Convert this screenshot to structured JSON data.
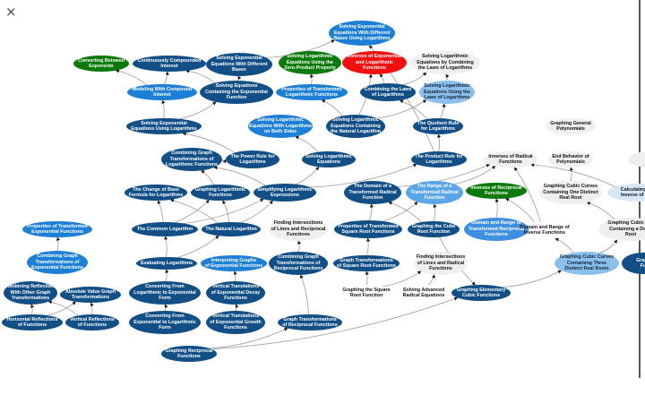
{
  "window": {
    "close_label": "×"
  },
  "nodes": [
    {
      "label": "Solving Exponential\nEquations With Different\nBases Using Logarithms",
      "color": "med"
    },
    {
      "label": "Converting Between\nExponents",
      "color": "green"
    },
    {
      "label": "Continuously Compounded\nInterest",
      "color": "dark"
    },
    {
      "label": "Solving Exponential\nEquations With Different\nBases",
      "color": "dark"
    },
    {
      "label": "Solving Logarithmic\nEquations Using the\nZero-Product Property",
      "color": "green"
    },
    {
      "label": "Inverses of Exponential\nand Logarithmic\nFunctions",
      "color": "red"
    },
    {
      "label": "Solving Logarithmic\nEquations by Combining\nthe Laws of Logarithms",
      "color": "gray"
    },
    {
      "label": "Modeling With Compound\nInterest",
      "color": "med"
    },
    {
      "label": "Solving Equations\nContaining the Exponential\nFunction",
      "color": "dark"
    },
    {
      "label": "Properties of Transformed\nLogarithmic Functions",
      "color": "med"
    },
    {
      "label": "Combining the Laws\nof Logarithms",
      "color": "dark"
    },
    {
      "label": "Solving Logarithmic\nEquations Using the\nLaws of Logarithms",
      "color": "light"
    },
    {
      "label": "Solving Logarithmic\nEquations With Logarithms\non Both Sides",
      "color": "med"
    },
    {
      "label": "Solving Logarithmic\nEquations Containing\nthe Natural Logarithm",
      "color": "dark"
    },
    {
      "label": "Solving Exponential\nEquations Using Logarithms",
      "color": "dark"
    },
    {
      "label": "The Quotient Rule\nfor Logarithms",
      "color": "dark"
    },
    {
      "label": "Graphing General\nPolynomials",
      "color": "gray"
    },
    {
      "label": "Combining Graph\nTransformations of\nLogarithmic Functions",
      "color": "dark"
    },
    {
      "label": "The Power Rule for\nLogarithms",
      "color": "dark"
    },
    {
      "label": "Solving Logarithmic\nEquations",
      "color": "dark"
    },
    {
      "label": "The Product Rule for\nLogarithms",
      "color": "dark"
    },
    {
      "label": "Inverses of Radical\nFunctions",
      "color": "gray"
    },
    {
      "label": "End Behavior of\nPolynomials",
      "color": "gray"
    },
    {
      "label": "Inv",
      "color": "gray"
    },
    {
      "label": "The Change of Base\nFormula for Logarithms",
      "color": "dark"
    },
    {
      "label": "Graphing Logarithmic\nFunctions",
      "color": "dark"
    },
    {
      "label": "Simplifying Logarithmic\nExpressions",
      "color": "dark"
    },
    {
      "label": "The Domain of a\nTransformed Radical\nFunction",
      "color": "dark"
    },
    {
      "label": "The Range of a\nTransformed Radical\nFunction",
      "color": "lmed"
    },
    {
      "label": "Inverses of Reciprocal\nFunctions",
      "color": "green"
    },
    {
      "label": "Graphing Cubic Curves\nContaining One Distinct\nReal Root",
      "color": "gray"
    },
    {
      "label": "Calculating the\nInverse of a Fu",
      "color": "vlight"
    },
    {
      "label": "The Common Logarithm",
      "color": "dark"
    },
    {
      "label": "The Natural Logarithm",
      "color": "dark"
    },
    {
      "label": "Finding Intersections\nof Lines and Reciprocal\nFunctions",
      "color": "gray"
    },
    {
      "label": "Properties of Transformed\nSquare Root Functions",
      "color": "dark"
    },
    {
      "label": "Graphing the Cube\nRoot Function",
      "color": "dark"
    },
    {
      "label": "Domain and Range of\nTransformed Reciprocal\nFunctions",
      "color": "mid"
    },
    {
      "label": "Domain and Range of\nInverse Functions",
      "color": "none"
    },
    {
      "label": "Graphing Cubic Cur\nContaining a Doub\nRoot",
      "color": "gray"
    },
    {
      "label": "Properties of Transformed\nExponential Functions",
      "color": "med"
    },
    {
      "label": "Combining Graph\nTransformations of\nExponential Functions",
      "color": "med"
    },
    {
      "label": "Evaluating Logarithms",
      "color": "dark"
    },
    {
      "label": "Interpreting Graphs\nof Exponential Functions",
      "color": "med"
    },
    {
      "label": "Combining Graph\nTransformations of\nReciprocal Functions",
      "color": "dark"
    },
    {
      "label": "Graph Transformations\nof Square Root Functions",
      "color": "dark"
    },
    {
      "label": "Finding Intersections\nof Lines and Radical\nFunctions",
      "color": "gray"
    },
    {
      "label": "Graphing Cubic Curves\nContaining Three\nDistinct Real Roots",
      "color": "light"
    },
    {
      "label": "Graph\nFu",
      "color": "dark"
    },
    {
      "label": "Combining Reflections\nWith Other Graph\nTransformations",
      "color": "dark"
    },
    {
      "label": "Absolute Value Graph\nTransformations",
      "color": "dark"
    },
    {
      "label": "Converting From\nLogarithmic to Exponential\nForm",
      "color": "dark"
    },
    {
      "label": "Vertical Translations\nof Exponential Decay\nFunctions",
      "color": "dark"
    },
    {
      "label": "Graphing the Square\nRoot Function",
      "color": "none"
    },
    {
      "label": "Solving Advanced\nRadical Equations",
      "color": "none"
    },
    {
      "label": "Graphing Elementary\nCubic Functions",
      "color": "dark"
    },
    {
      "label": "Horizontal Reflections\nof Functions",
      "color": "dark"
    },
    {
      "label": "Vertical Reflections\nof Functions",
      "color": "dark"
    },
    {
      "label": "Converting From\nExponential to Logarithmic\nForm",
      "color": "dark"
    },
    {
      "label": "Vertical Translations\nof Exponential Growth\nFunctions",
      "color": "dark"
    },
    {
      "label": "Graph Transformations\nof Reciprocal Functions",
      "color": "dark"
    },
    {
      "label": "Graphing Reciprocal\nFunctions",
      "color": "dark"
    }
  ],
  "edges": [
    [
      14,
      8
    ],
    [
      14,
      7
    ],
    [
      7,
      1
    ],
    [
      7,
      2
    ],
    [
      8,
      2
    ],
    [
      8,
      3
    ],
    [
      9,
      4
    ],
    [
      13,
      5
    ],
    [
      13,
      9
    ],
    [
      13,
      11
    ],
    [
      15,
      10
    ],
    [
      15,
      11
    ],
    [
      10,
      6
    ],
    [
      11,
      6
    ],
    [
      10,
      5
    ],
    [
      19,
      12
    ],
    [
      20,
      15
    ],
    [
      26,
      19
    ],
    [
      26,
      17
    ],
    [
      25,
      17
    ],
    [
      32,
      24
    ],
    [
      32,
      25
    ],
    [
      32,
      26
    ],
    [
      33,
      25
    ],
    [
      33,
      26
    ],
    [
      33,
      24
    ],
    [
      42,
      32
    ],
    [
      42,
      33
    ],
    [
      41,
      40
    ],
    [
      44,
      34
    ],
    [
      45,
      35
    ],
    [
      36,
      28
    ],
    [
      36,
      27
    ],
    [
      35,
      27
    ],
    [
      35,
      28
    ],
    [
      37,
      29
    ],
    [
      38,
      29
    ],
    [
      38,
      21
    ],
    [
      30,
      22
    ],
    [
      39,
      30
    ],
    [
      47,
      39
    ],
    [
      47,
      38
    ],
    [
      55,
      47
    ],
    [
      53,
      45
    ],
    [
      53,
      46
    ],
    [
      54,
      46
    ],
    [
      60,
      44
    ],
    [
      61,
      60
    ],
    [
      51,
      42
    ],
    [
      58,
      51
    ],
    [
      59,
      52
    ],
    [
      52,
      43
    ],
    [
      57,
      50
    ],
    [
      57,
      49
    ],
    [
      56,
      50
    ],
    [
      56,
      49
    ],
    [
      28,
      21
    ],
    [
      27,
      21
    ],
    [
      26,
      20
    ],
    [
      31,
      21
    ],
    [
      3,
      0
    ],
    [
      20,
      0
    ],
    [
      17,
      18
    ],
    [
      18,
      14
    ],
    [
      36,
      55
    ],
    [
      61,
      55
    ]
  ]
}
